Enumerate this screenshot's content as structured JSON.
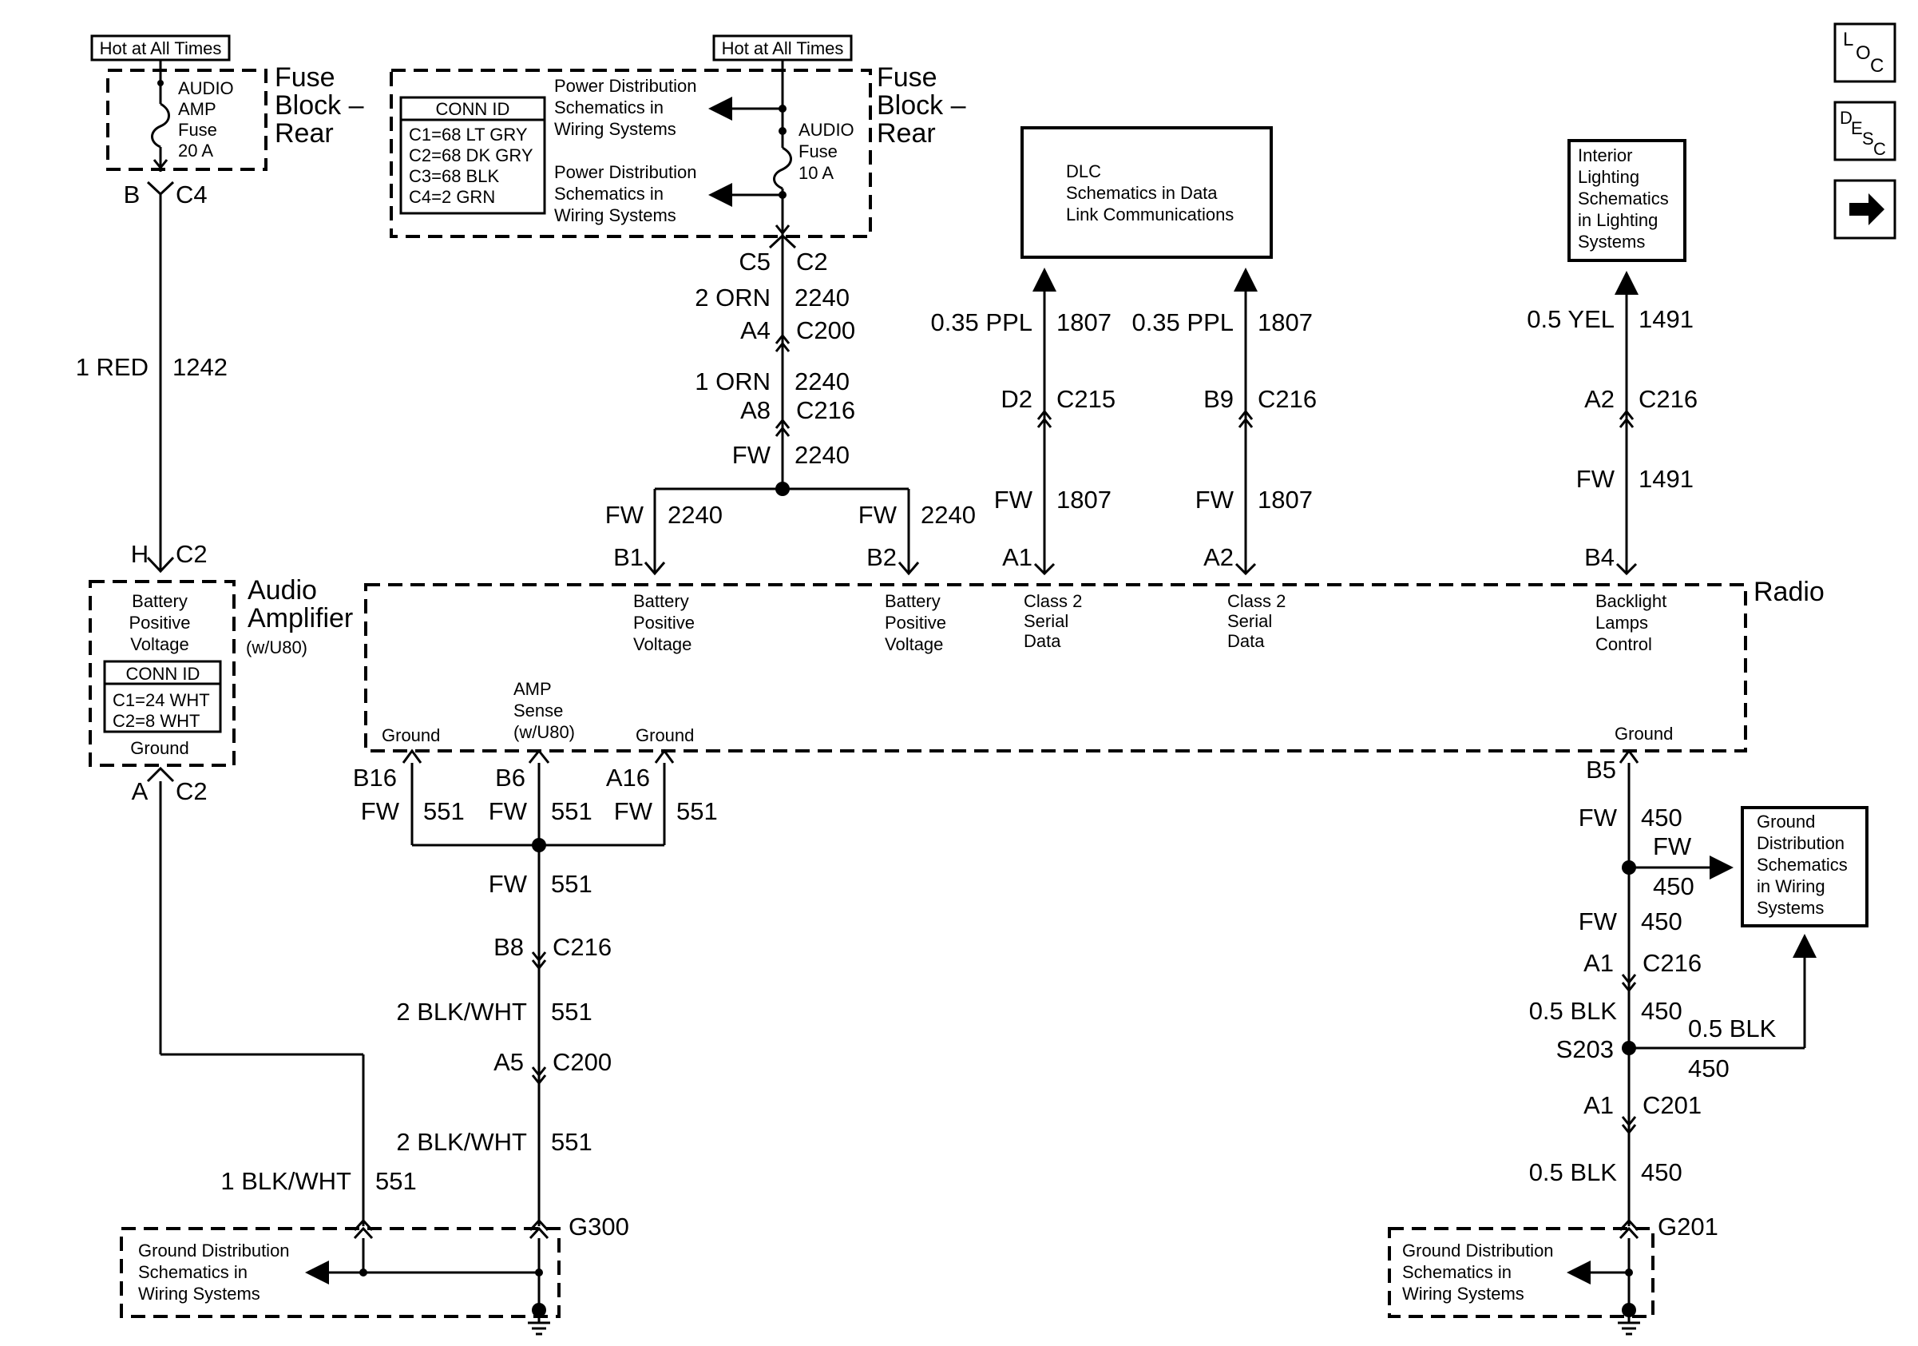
{
  "hot_labels": [
    "Hot at All Times",
    "Hot at All Times"
  ],
  "fuse_left": {
    "block_label": [
      "Fuse",
      "Block –",
      "Rear"
    ],
    "fuse_lines": [
      "AUDIO",
      "AMP",
      "Fuse",
      "20 A"
    ]
  },
  "fuse_right": {
    "block_label": [
      "Fuse",
      "Block –",
      "Rear"
    ],
    "fuse_lines": [
      "AUDIO",
      "Fuse",
      "10 A"
    ],
    "pd_ref_1": [
      "Power Distribution",
      "Schematics in",
      "Wiring Systems"
    ],
    "pd_ref_2": [
      "Power Distribution",
      "Schematics in",
      "Wiring Systems"
    ],
    "conn_id_title": "CONN ID",
    "conn_id_lines": [
      "C1=68 LT GRY",
      "C2=68 DK GRY",
      "C3=68 BLK",
      "C4=2 GRN"
    ]
  },
  "amp": {
    "title": [
      "Audio",
      "Amplifier",
      "(w/U80)"
    ],
    "pin_labels": [
      "Battery",
      "Positive",
      "Voltage"
    ],
    "conn_id_title": "CONN ID",
    "conn_id_lines": [
      "C1=24 WHT",
      "C2=8 WHT"
    ],
    "ground_label": "Ground"
  },
  "radio": {
    "title": "Radio",
    "b1_label": [
      "Battery",
      "Positive",
      "Voltage"
    ],
    "b2_label": [
      "Battery",
      "Positive",
      "Voltage"
    ],
    "a1_label": [
      "Class 2",
      "Serial",
      "Data"
    ],
    "a2_label": [
      "Class 2",
      "Serial",
      "Data"
    ],
    "b4_label": [
      "Backlight",
      "Lamps",
      "Control"
    ],
    "amp_sense": [
      "AMP",
      "Sense",
      "(w/U80)"
    ],
    "ground_1": "Ground",
    "ground_2": "Ground",
    "ground_3": "Ground"
  },
  "dlc_box": [
    "DLC",
    "Schematics in Data",
    "Link Communications"
  ],
  "interior_box": [
    "Interior",
    "Lighting",
    "Schematics",
    "in Lighting",
    "Systems"
  ],
  "ground_dist_box": [
    "Ground",
    "Distribution",
    "Schematics",
    "in Wiring",
    "Systems"
  ],
  "ground_left_box": [
    "Ground Distribution",
    "Schematics in",
    "Wiring Systems"
  ],
  "ground_right_box": [
    "Ground Distribution",
    "Schematics in",
    "Wiring Systems"
  ],
  "grounds": {
    "g300": "G300",
    "g201": "G201",
    "s203": "S203"
  },
  "wire_labels": {
    "left_b": "B",
    "left_c4": "C4",
    "left_wire": "1 RED",
    "left_circuit": "1242",
    "left_h": "H",
    "left_c2": "C2",
    "left_a": "A",
    "left_c2b": "C2",
    "c5": "C5",
    "c2": "C2",
    "orn2": "2 ORN",
    "c2240a": "2240",
    "a4": "A4",
    "c200": "C200",
    "orn1": "1 ORN",
    "c2240b": "2240",
    "a8": "A8",
    "c216": "C216",
    "fw_top": "FW",
    "c2240c": "2240",
    "fw_b1": "FW",
    "c2240d": "2240",
    "fw_b2": "FW",
    "c2240e": "2240",
    "b1": "B1",
    "b2": "B2",
    "ppl1": "0.35 PPL",
    "c1807a": "1807",
    "d2": "D2",
    "c215": "C215",
    "fw_a1": "FW",
    "c1807b": "1807",
    "a1": "A1",
    "ppl2": "0.35 PPL",
    "c1807c": "1807",
    "b9": "B9",
    "c216b": "C216",
    "fw_a2": "FW",
    "c1807d": "1807",
    "a2": "A2",
    "yel": "0.5 YEL",
    "c1491a": "1491",
    "a2r": "A2",
    "c216c": "C216",
    "fw_b4": "FW",
    "c1491b": "1491",
    "b4": "B4",
    "b16": "B16",
    "b6": "B6",
    "a16": "A16",
    "fw1": "FW",
    "c551a": "551",
    "fw2": "FW",
    "c551b": "551",
    "fw3": "FW",
    "c551c": "551",
    "fw4": "FW",
    "c551d": "551",
    "b8": "B8",
    "c216d": "C216",
    "bw1": "2 BLK/WHT",
    "c551e": "551",
    "a5": "A5",
    "c200b": "C200",
    "bw2": "2 BLK/WHT",
    "c551f": "551",
    "bw3": "1 BLK/WHT",
    "c551g": "551",
    "b5": "B5",
    "fw5": "FW",
    "c450a": "450",
    "fw6": "FW",
    "c450b": "450",
    "fw7": "FW",
    "c450c": "450",
    "a1r": "A1",
    "c216e": "C216",
    "blk1": "0.5 BLK",
    "c450d": "450",
    "blk2": "0.5 BLK",
    "c450e": "450",
    "a1s": "A1",
    "c201": "C201",
    "blk3": "0.5 BLK",
    "c450f": "450"
  },
  "nav": {
    "loc": "LOC",
    "desc": "DESC",
    "next": "next-arrow-icon"
  }
}
